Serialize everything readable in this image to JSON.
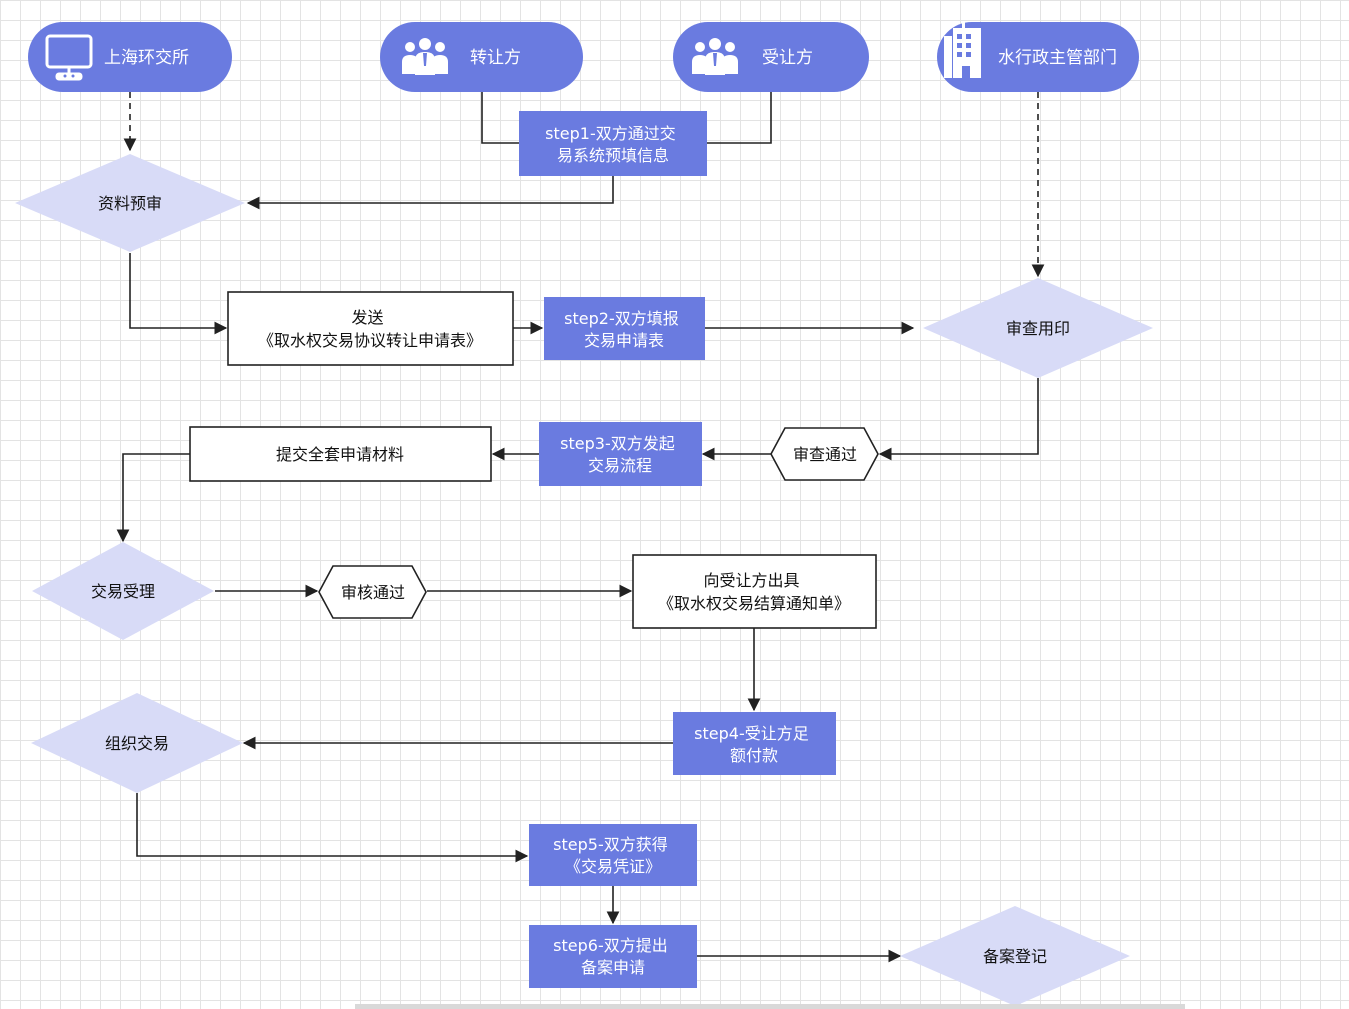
{
  "colors": {
    "actor_fill": "#6a7be0",
    "step_fill": "#6a7be0",
    "decision_fill": "#d8dbf7",
    "box_stroke": "#222222",
    "text_dark": "#111111",
    "text_light": "#ffffff",
    "line": "#222222"
  },
  "actors": {
    "exchange": {
      "label": "上海环交所",
      "icon": "monitor-icon"
    },
    "transferor": {
      "label": "转让方",
      "icon": "people-icon"
    },
    "transferee": {
      "label": "受让方",
      "icon": "people-icon"
    },
    "water_authority": {
      "label": "水行政主管部门",
      "icon": "building-icon"
    }
  },
  "steps": {
    "step1": [
      "step1-双方通过交",
      "易系统预填信息"
    ],
    "step2": [
      "step2-双方填报",
      "交易申请表"
    ],
    "step3": [
      "step3-双方发起",
      "交易流程"
    ],
    "step4": [
      "step4-受让方足",
      "额付款"
    ],
    "step5": [
      "step5-双方获得",
      "《交易凭证》"
    ],
    "step6": [
      "step6-双方提出",
      "备案申请"
    ]
  },
  "decisions": {
    "pre_review": "资料预审",
    "review_seal": "审查用印",
    "accept": "交易受理",
    "organize": "组织交易",
    "filing": "备案登记"
  },
  "boxes": {
    "send_form": [
      "发送",
      "《取水权交易协议转让申请表》"
    ],
    "submit_materials": [
      "提交全套申请材料"
    ],
    "issue_notice": [
      "向受让方出具",
      "《取水权交易结算通知单》"
    ]
  },
  "badges": {
    "review_passed": "审查通过",
    "audit_passed": "审核通过"
  }
}
